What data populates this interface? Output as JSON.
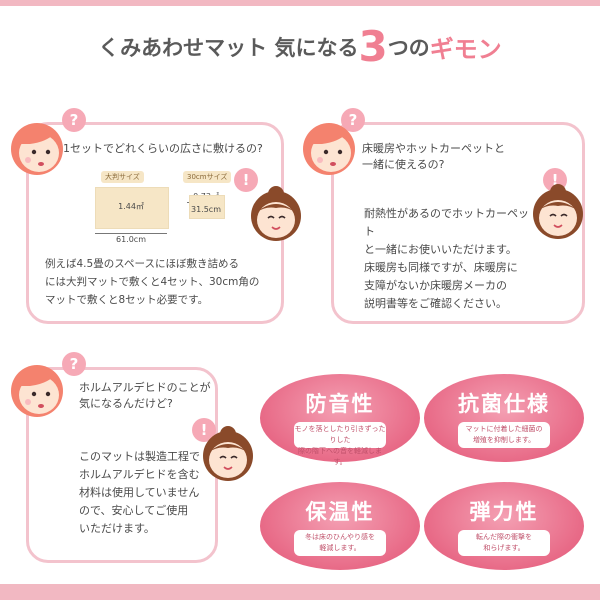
{
  "title": {
    "part1": "くみあわせマット 気になる",
    "number": "3",
    "part2": "つの",
    "accent": "ギモン"
  },
  "qa": [
    {
      "question": [
        "1セットでどれくらいの広さに敷けるの?"
      ],
      "answer": [
        "例えば4.5畳のスペースにほぼ敷き詰める",
        "には大判マットで敷くと4セット、30cm角の",
        "マットで敷くと8セット必要です。"
      ],
      "mats": [
        {
          "tag": "大判サイズ",
          "area": "1.44㎡",
          "width": "61.0cm"
        },
        {
          "tag": "30cmサイズ",
          "area": "0.73㎡",
          "width": "31.5cm"
        }
      ]
    },
    {
      "question": [
        "床暖房やホットカーペットと",
        "一緒に使えるの?"
      ],
      "answer": [
        "耐熱性があるのでホットカーペット",
        "と一緒にお使いいただけます。",
        "床暖房も同様ですが、床暖房に",
        "支障がないか床暖房メーカの",
        "説明書等をご確認ください。"
      ]
    },
    {
      "question": [
        "ホルムアルデヒドのことが",
        "気になるんだけど?"
      ],
      "answer": [
        "このマットは製造工程で",
        "ホルムアルデヒドを含む",
        "材料は使用していません",
        "ので、安心してご使用",
        "いただけます。"
      ]
    }
  ],
  "features": [
    {
      "title": "防音性",
      "desc": [
        "モノを落としたり引きずったりした",
        "際の階下への音を軽減します。"
      ]
    },
    {
      "title": "抗菌仕様",
      "desc": [
        "マットに付着した細菌の",
        "増殖を抑制します。"
      ]
    },
    {
      "title": "保温性",
      "desc": [
        "冬は床のひんやり感を",
        "軽減します。"
      ]
    },
    {
      "title": "弾力性",
      "desc": [
        "転んだ際の衝撃を",
        "和らげます。"
      ]
    }
  ],
  "badges": {
    "question": "?",
    "answer": "!"
  },
  "colors": {
    "accent": "#f07f92",
    "card_border": "#f3c3cd",
    "feature_pink": "#e86a87",
    "mat": "#f6e6c6"
  }
}
